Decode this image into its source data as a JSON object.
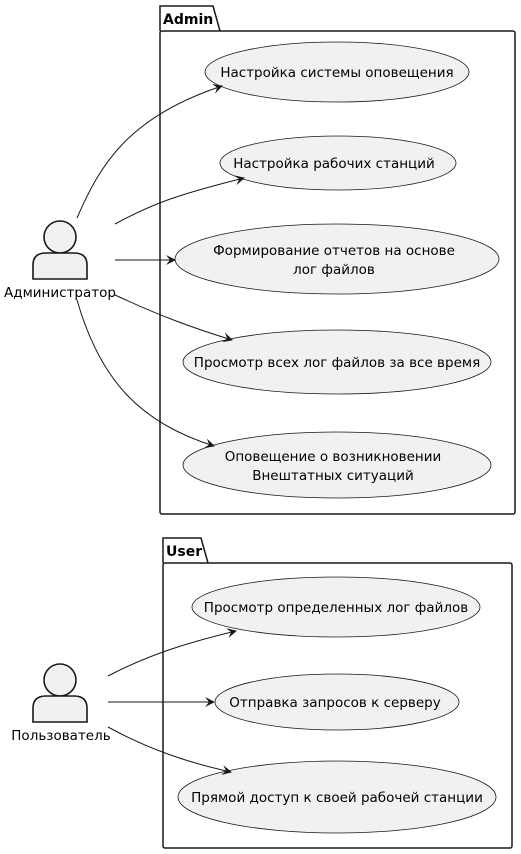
{
  "packages": [
    {
      "name": "Admin",
      "actor": "Администратор",
      "use_cases": [
        {
          "lines": [
            "Настройка системы оповещения"
          ]
        },
        {
          "lines": [
            "Настройка рабочих станций"
          ]
        },
        {
          "lines": [
            "Формирование отчетов на основе",
            "лог файлов"
          ]
        },
        {
          "lines": [
            "Просмотр всех лог файлов за все время"
          ]
        },
        {
          "lines": [
            "Оповещение о возникновении",
            "Внештатных ситуаций"
          ]
        }
      ]
    },
    {
      "name": "User",
      "actor": "Пользователь",
      "use_cases": [
        {
          "lines": [
            "Просмотр определенных лог файлов"
          ]
        },
        {
          "lines": [
            "Отправка запросов к серверу"
          ]
        },
        {
          "lines": [
            "Прямой доступ к своей рабочей станции"
          ]
        }
      ]
    }
  ],
  "colors": {
    "use_case_fill": "#f1f1f1",
    "actor_fill": "#f1f1f1",
    "line": "#181818"
  }
}
